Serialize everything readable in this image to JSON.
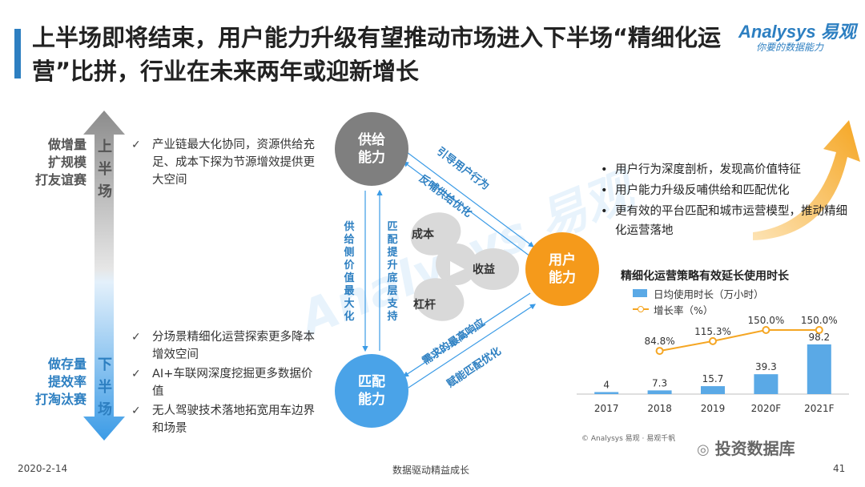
{
  "header": {
    "title": "上半场即将结束，用户能力升级有望推动市场进入下半场“精细化运营”比拼，行业在未来两年或迎新增长",
    "logo_text": "Analysys 易观",
    "logo_slogan": "你要的数据能力"
  },
  "left": {
    "top_label": "做增量\n扩规模\n打友谊赛",
    "top_arrow_text": "上\n半\n场",
    "bottom_label": "做存量\n提效率\n打淘汰赛",
    "bottom_arrow_text": "下\n半\n场",
    "top_items": [
      "产业链最大化协同，资源供给充足、成本下探为节源增效提供更大空间"
    ],
    "bottom_items": [
      "分场景精细化运营探索更多降本增效空间",
      "AI+车联网深度挖掘更多数据价值",
      "无人驾驶技术落地拓宽用车边界和场景"
    ]
  },
  "diagram": {
    "supply": "供给\n能力",
    "match": "匹配\n能力",
    "user": "用户\n能力",
    "edge_top_1": "引导用户行为",
    "edge_top_2": "反哺供给优化",
    "edge_left_1": "供给侧价值最大化",
    "edge_left_2": "匹配提升底层支持",
    "edge_bottom_1": "需求的最高响应",
    "edge_bottom_2": "赋能匹配优化",
    "prop_cost": "成本",
    "prop_revenue": "收益",
    "prop_lever": "杠杆"
  },
  "right": {
    "bullets": [
      "用户行为深度剖析，发现高价值特征",
      "用户能力升级反哺供给和匹配优化",
      "更有效的平台匹配和城市运营模型，推动精细化运营落地"
    ]
  },
  "chart_data": {
    "type": "bar",
    "title": "精细化运营策略有效延长使用时长",
    "categories": [
      "2017",
      "2018",
      "2019",
      "2020F",
      "2021F"
    ],
    "series": [
      {
        "name": "日均使用时长（万小时）",
        "type": "bar",
        "values": [
          4,
          7.3,
          15.7,
          39.3,
          98.2
        ]
      },
      {
        "name": "增长率（%）",
        "type": "line",
        "values": [
          null,
          84.8,
          115.3,
          150.0,
          150.0
        ],
        "labels": [
          "",
          "84.8%",
          "115.3%",
          "150.0%",
          "150.0%"
        ]
      }
    ],
    "colors": {
      "bar": "#5aa9e6",
      "line": "#f5a623"
    },
    "legend_position": "top-left"
  },
  "source": "© Analysys 易观 · 易观千帆",
  "footer": {
    "date": "2020-2-14",
    "center": "数据驱动精益成长",
    "page": "41",
    "wechat": "投资数据库"
  },
  "watermark": "Analysys 易观"
}
